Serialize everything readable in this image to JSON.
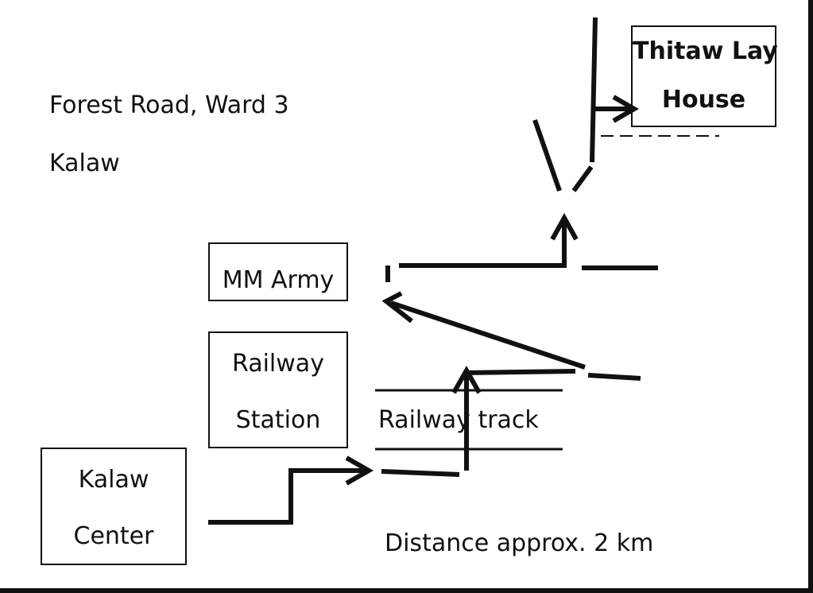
{
  "address": {
    "line1": "Forest Road, Ward 3",
    "line2": "Kalaw"
  },
  "places": {
    "destination": {
      "line1": "Thitaw Lay",
      "line2": "House"
    },
    "army": {
      "label": "MM Army"
    },
    "station": {
      "line1": "Railway",
      "line2": "Station"
    },
    "center": {
      "line1": "Kalaw",
      "line2": "Center"
    }
  },
  "track_label": "Railway track",
  "distance_note": "Distance approx. 2 km",
  "colors": {
    "ink": "#111111",
    "background": "#ffffff"
  }
}
